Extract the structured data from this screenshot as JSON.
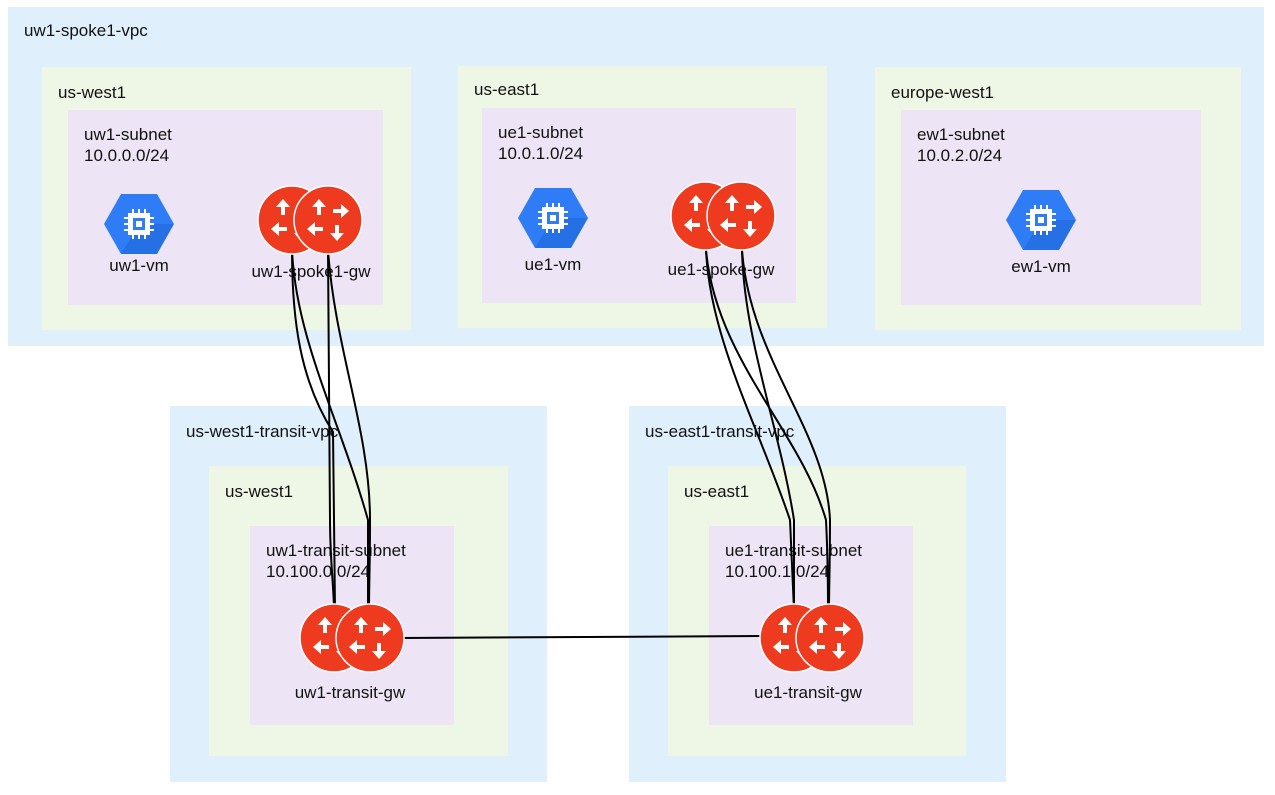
{
  "vpcs": {
    "spoke": {
      "name": "uw1-spoke1-vpc"
    },
    "transit_west": {
      "name": "us-west1-transit-vpc"
    },
    "transit_east": {
      "name": "us-east1-transit-vpc"
    }
  },
  "regions": {
    "spoke_west": "us-west1",
    "spoke_east": "us-east1",
    "spoke_europe": "europe-west1",
    "transit_west": "us-west1",
    "transit_east": "us-east1"
  },
  "subnets": {
    "uw1": {
      "name": "uw1-subnet",
      "cidr": "10.0.0.0/24"
    },
    "ue1": {
      "name": "ue1-subnet",
      "cidr": "10.0.1.0/24"
    },
    "ew1": {
      "name": "ew1-subnet",
      "cidr": "10.0.2.0/24"
    },
    "uw1_transit": {
      "name": "uw1-transit-subnet",
      "cidr": "10.100.0.0/24"
    },
    "ue1_transit": {
      "name": "ue1-transit-subnet",
      "cidr": "10.100.1.0/24"
    }
  },
  "nodes": {
    "uw1_vm": "uw1-vm",
    "ue1_vm": "ue1-vm",
    "ew1_vm": "ew1-vm",
    "uw1_spoke_gw": "uw1-spoke1-gw",
    "ue1_spoke_gw": "ue1-spoke-gw",
    "uw1_transit_gw": "uw1-transit-gw",
    "ue1_transit_gw": "ue1-transit-gw"
  },
  "colors": {
    "vpc": "#dff0fc",
    "region": "#eef7e6",
    "subnet": "#ede4f5",
    "vm_icon": "#2f7df6",
    "router_icon": "#ee3a1e"
  },
  "icons": {
    "vm": "compute-engine-icon",
    "gateway": "router-icon"
  }
}
